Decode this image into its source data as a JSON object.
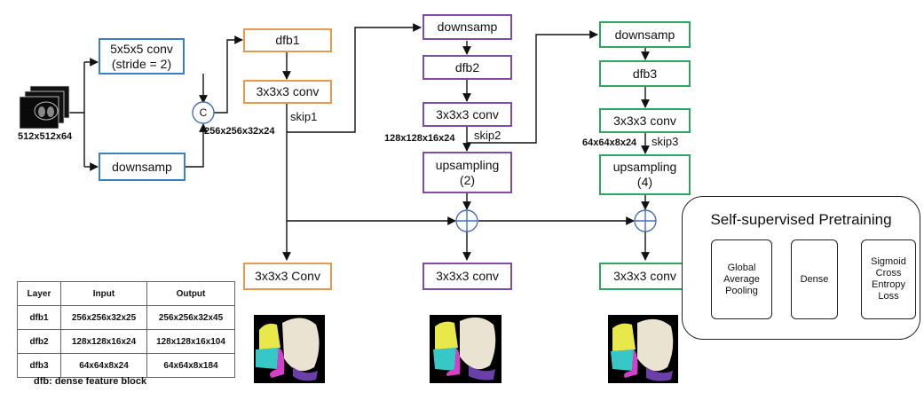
{
  "input_label": "512x512x64",
  "blocks": {
    "conv5": "5x5x5 conv\n(stride = 2)",
    "downsamp1": "downsamp",
    "concat": "C",
    "dfb1": "dfb1",
    "conv1": "3x3x3 conv",
    "skip1": "skip1",
    "dim1": "256x256x32x24",
    "downsamp2": "downsamp",
    "dfb2": "dfb2",
    "conv2": "3x3x3 conv",
    "skip2": "skip2",
    "dim2": "128x128x16x24",
    "up2": "upsampling\n(2)",
    "downsamp3": "downsamp",
    "dfb3": "dfb3",
    "conv3": "3x3x3 conv",
    "skip3": "skip3",
    "dim3": "64x64x8x24",
    "up3": "upsampling\n(4)",
    "out1": "3x3x3 Conv",
    "out2": "3x3x3 conv",
    "out3": "3x3x3 conv"
  },
  "pretraining": {
    "title": "Self-supervised Pretraining",
    "gap": "Global\nAverage\nPooling",
    "dense": "Dense",
    "loss": "Sigmoid\nCross\nEntropy\nLoss"
  },
  "table": {
    "headers": [
      "Layer",
      "Input",
      "Output"
    ],
    "rows": [
      [
        "dfb1",
        "256x256x32x25",
        "256x256x32x45"
      ],
      [
        "dfb2",
        "128x128x16x24",
        "128x128x16x104"
      ],
      [
        "dfb3",
        "64x64x8x24",
        "64x64x8x184"
      ]
    ],
    "legend": "dfb: dense feature block"
  },
  "colors": {
    "blue": "#3a7fc1",
    "orange": "#e79a4d",
    "purple": "#7b4fa8",
    "green": "#2fa564",
    "adder": "#4a6fb5"
  }
}
